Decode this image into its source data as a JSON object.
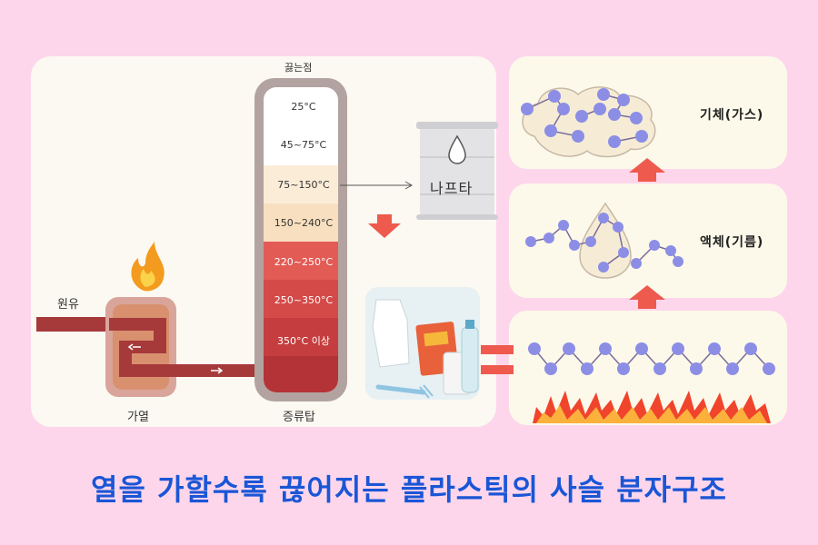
{
  "labels": {
    "crude_oil": "원유",
    "heating": "가열",
    "distillation_tower": "증류탑",
    "boiling_point": "끓는점",
    "naphtha": "나프타"
  },
  "temperature_levels": [
    "25°C",
    "45~75°C",
    "75~150°C",
    "150~240°C",
    "220~250°C",
    "250~350°C",
    "350°C 이상"
  ],
  "states": {
    "gas": "기체(가스)",
    "liquid": "액체(기름)"
  },
  "caption": "열을 가할수록 끊어지는 플라스틱의 사슬 분자구조",
  "colors": {
    "background": "#fdd6ec",
    "caption": "#1a56d6",
    "arrow": "#ee5a4e",
    "molecule": "#8c8ee6",
    "pipe": "#a6393a"
  }
}
